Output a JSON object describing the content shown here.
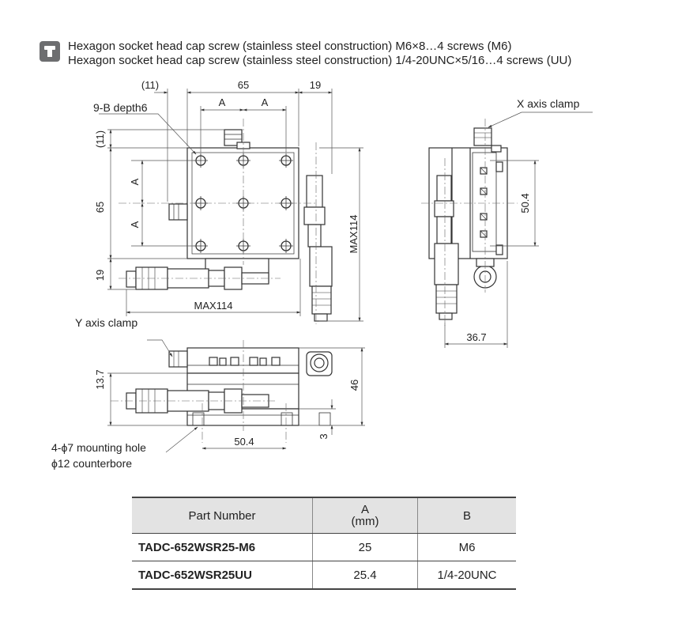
{
  "header": {
    "line1": "Hexagon socket head cap screw (stainless steel construction) M6×8…4 screws (M6)",
    "line2": "Hexagon socket head cap screw (stainless steel construction) 1/4-20UNC×5/16…4 screws (UU)"
  },
  "drawing": {
    "dims": {
      "top_11": "(11)",
      "top_65": "65",
      "top_19": "19",
      "top_a1": "A",
      "top_a2": "A",
      "left_11": "(11)",
      "left_65": "65",
      "left_a1": "A",
      "left_a2": "A",
      "left_19": "19",
      "max114_h": "MAX114",
      "max114_v": "MAX114",
      "side_504": "50.4",
      "side_367": "36.7",
      "front_137": "13.7",
      "front_46": "46",
      "front_3": "3",
      "front_504": "50.4"
    },
    "labels": {
      "nine_b": "9-B depth6",
      "x_clamp": "X axis clamp",
      "y_clamp": "Y axis clamp",
      "mount_hole": "4-ϕ7 mounting hole",
      "counterbore": "ϕ12 counterbore"
    }
  },
  "table": {
    "headers": {
      "part_number": "Part Number",
      "a": "A",
      "a_unit": "(mm)",
      "b": "B"
    },
    "rows": [
      {
        "part": "TADC-652WSR25-M6",
        "a": "25",
        "b": "M6"
      },
      {
        "part": "TADC-652WSR25UU",
        "a": "25.4",
        "b": "1/4-20UNC"
      }
    ]
  },
  "colors": {
    "line": "#333333",
    "dim": "#555555",
    "fill_light": "#f2f2f2",
    "header_bg": "#e3e3e3",
    "icon_bg": "#6d6e70"
  },
  "icons": {
    "header": "screw-icon"
  }
}
